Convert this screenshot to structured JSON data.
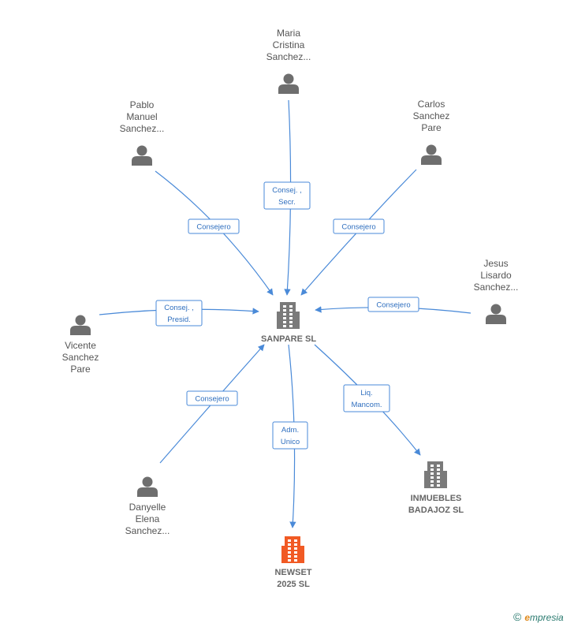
{
  "nodes": [
    {
      "id": "sanpare",
      "type": "company",
      "label": [
        "SANPARE  SL"
      ],
      "highlight": false
    },
    {
      "id": "maria",
      "type": "person",
      "label": [
        "Maria",
        "Cristina",
        "Sanchez..."
      ]
    },
    {
      "id": "pablo",
      "type": "person",
      "label": [
        "Pablo",
        "Manuel",
        "Sanchez..."
      ]
    },
    {
      "id": "carlos",
      "type": "person",
      "label": [
        "Carlos",
        "Sanchez",
        "Pare"
      ]
    },
    {
      "id": "jesus",
      "type": "person",
      "label": [
        "Jesus",
        "Lisardo",
        "Sanchez..."
      ]
    },
    {
      "id": "vicente",
      "type": "person",
      "label": [
        "Vicente",
        "Sanchez",
        "Pare"
      ]
    },
    {
      "id": "danyelle",
      "type": "person",
      "label": [
        "Danyelle",
        "Elena",
        "Sanchez..."
      ]
    },
    {
      "id": "inmuebles",
      "type": "company",
      "label": [
        "INMUEBLES",
        "BADAJOZ SL"
      ],
      "highlight": false
    },
    {
      "id": "newset",
      "type": "company",
      "label": [
        "NEWSET",
        "2025  SL"
      ],
      "highlight": true
    }
  ],
  "edges": [
    {
      "from": "maria",
      "to": "sanpare",
      "label": [
        "Consej. ,",
        "Secr."
      ]
    },
    {
      "from": "pablo",
      "to": "sanpare",
      "label": [
        "Consejero"
      ]
    },
    {
      "from": "carlos",
      "to": "sanpare",
      "label": [
        "Consejero"
      ]
    },
    {
      "from": "jesus",
      "to": "sanpare",
      "label": [
        "Consejero"
      ]
    },
    {
      "from": "vicente",
      "to": "sanpare",
      "label": [
        "Consej. ,",
        "Presid."
      ]
    },
    {
      "from": "danyelle",
      "to": "sanpare",
      "label": [
        "Consejero"
      ]
    },
    {
      "from": "sanpare",
      "to": "inmuebles",
      "label": [
        "Liq.",
        "Mancom."
      ]
    },
    {
      "from": "sanpare",
      "to": "newset",
      "label": [
        "Adm.",
        "Unico"
      ]
    }
  ],
  "colors": {
    "edge": "#4a8ad8",
    "edge_text": "#2f6fbf",
    "icon": "#6e6e6e",
    "highlight": "#f15a24"
  },
  "brand": {
    "copyright": "©",
    "first_letter": "e",
    "rest": "mpresia"
  }
}
